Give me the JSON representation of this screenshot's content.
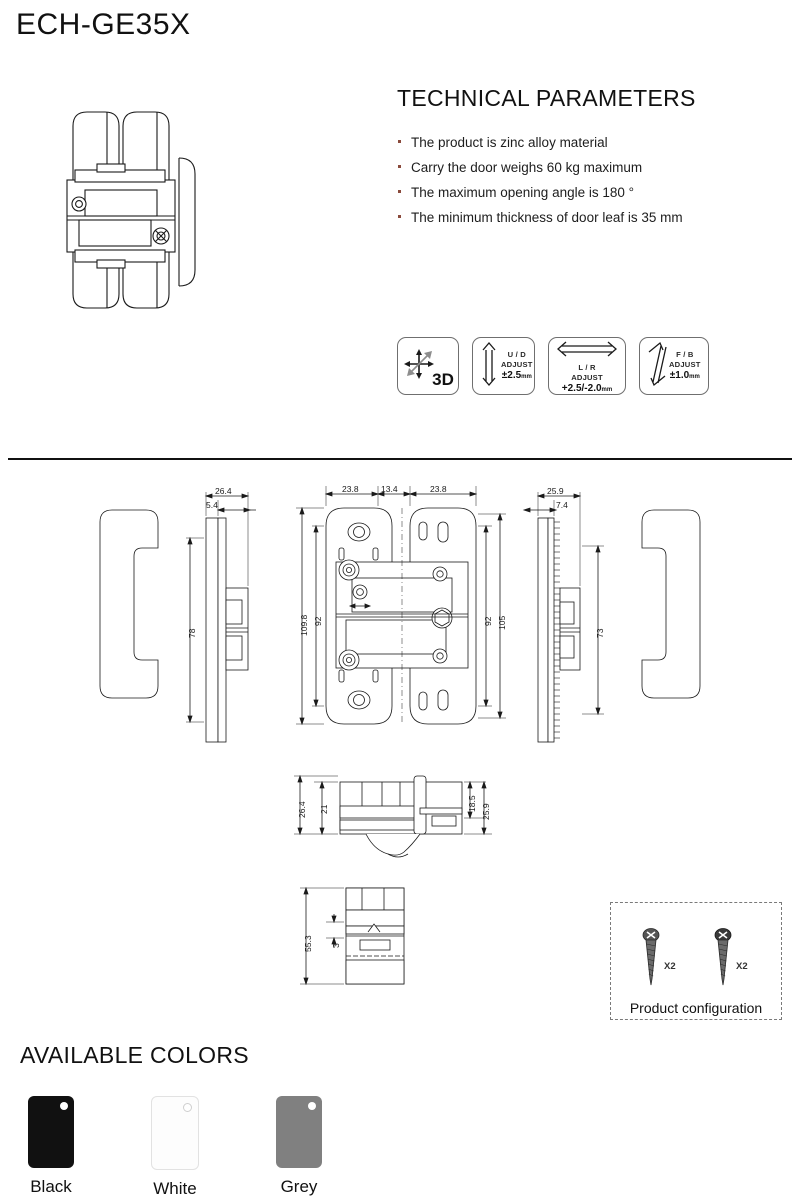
{
  "product": {
    "title": "ECH-GE35X"
  },
  "technical": {
    "heading": "TECHNICAL PARAMETERS",
    "bullets": [
      "The product is zinc alloy material",
      "Carry the door weighs 60 kg maximum",
      "The maximum opening angle is 180 °",
      "The minimum thickness of door leaf is 35  mm"
    ],
    "bullet_color": "#8a4a3c"
  },
  "adjustments": [
    {
      "icon": "three-d-arrows-icon",
      "label": "3D",
      "axis": "",
      "word": "",
      "value": "",
      "unit": ""
    },
    {
      "icon": "up-down-arrow-icon",
      "label": "",
      "axis": "U / D",
      "word": "ADJUST",
      "value": "±2.5",
      "unit": "mm"
    },
    {
      "icon": "left-right-arrow-icon",
      "label": "",
      "axis": "L / R",
      "word": "ADJUST",
      "value": "+2.5/-2.0",
      "unit": "mm"
    },
    {
      "icon": "front-back-arrow-icon",
      "label": "",
      "axis": "F / B",
      "word": "ADJUST",
      "value": "±1.0",
      "unit": "mm"
    }
  ],
  "drawing": {
    "dimensions": {
      "left_view_width": "26.4",
      "left_view_inset": "5.4",
      "left_view_height": "78",
      "front_left_span": "23.8",
      "front_center_span": "13.4",
      "front_right_span": "23.8",
      "front_overall_height": "109.8",
      "front_inner_height_left": "92",
      "front_inner_height_right": "92",
      "front_plate_height": "105",
      "right_view_width": "25.9",
      "right_view_inset": "7.4",
      "right_view_height": "73",
      "top_view_left_outer": "26.4",
      "top_view_left_inner": "21",
      "top_view_right_inner": "18.5",
      "top_view_right_outer": "25.9",
      "side_detail_height": "55.3",
      "side_detail_offset": "3"
    }
  },
  "configuration": {
    "caption": "Product configuration",
    "items": [
      {
        "icon": "screw-icon",
        "qty": "X2"
      },
      {
        "icon": "screw-icon",
        "qty": "X2"
      }
    ]
  },
  "colors": {
    "heading": "AVAILABLE COLORS",
    "swatches": [
      {
        "name": "Black",
        "hex": "#111111"
      },
      {
        "name": "White",
        "hex": "#fdfdfd"
      },
      {
        "name": "Grey",
        "hex": "#808080"
      }
    ]
  }
}
